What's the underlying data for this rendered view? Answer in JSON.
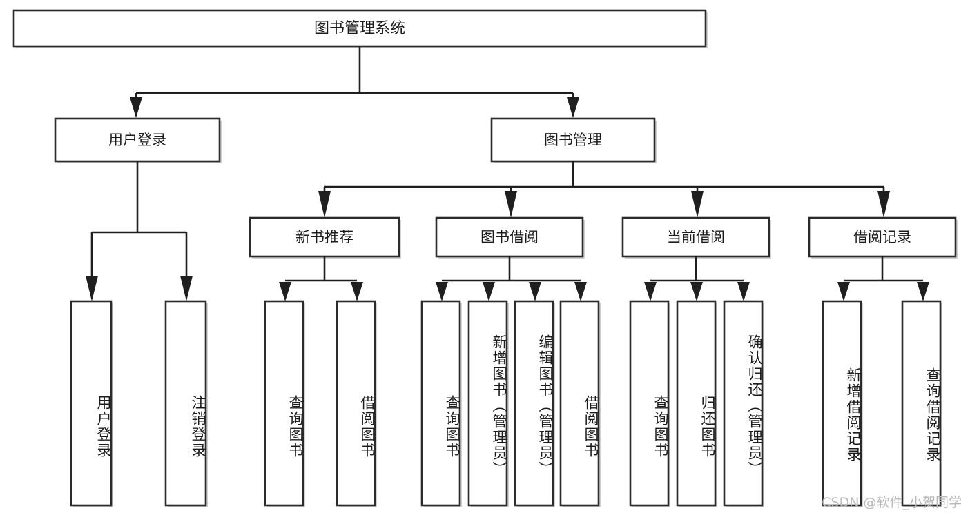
{
  "diagram": {
    "title": "图书管理系统",
    "type": "tree-hierarchy-chart",
    "root": {
      "label": "图书管理系统"
    },
    "level2": [
      {
        "label": "用户登录"
      },
      {
        "label": "图书管理"
      }
    ],
    "level3": [
      {
        "label": "新书推荐"
      },
      {
        "label": "图书借阅"
      },
      {
        "label": "当前借阅"
      },
      {
        "label": "借阅记录"
      }
    ],
    "leaves": [
      {
        "label": "用户登录",
        "parent": "用户登录"
      },
      {
        "label": "注销登录",
        "parent": "用户登录"
      },
      {
        "label": "查询图书",
        "parent": "新书推荐"
      },
      {
        "label": "借阅图书",
        "parent": "新书推荐"
      },
      {
        "label": "查询图书",
        "parent": "图书借阅"
      },
      {
        "label": "新增图书（管理员）",
        "parent": "图书借阅"
      },
      {
        "label": "编辑图书（管理员）",
        "parent": "图书借阅"
      },
      {
        "label": "借阅图书",
        "parent": "图书借阅"
      },
      {
        "label": "查询图书",
        "parent": "当前借阅"
      },
      {
        "label": "归还图书",
        "parent": "当前借阅"
      },
      {
        "label": "确认归还（管理员）",
        "parent": "当前借阅"
      },
      {
        "label": "新增借阅记录",
        "parent": "借阅记录"
      },
      {
        "label": "查询借阅记录",
        "parent": "借阅记录"
      }
    ]
  },
  "watermark": {
    "text": "CSDN @软件_小贺同学"
  },
  "colors": {
    "box_stroke": "#2b2b2b",
    "connector": "#1f1f1f",
    "text": "#1c1c1c",
    "background": "#ffffff",
    "watermark": "#b9b9b9"
  }
}
